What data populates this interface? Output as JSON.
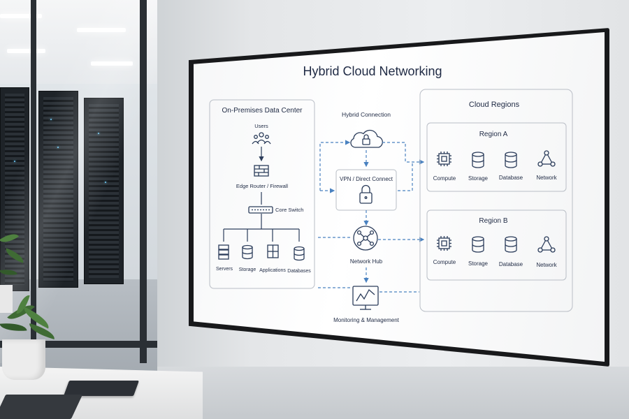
{
  "title": "Hybrid Cloud Networking",
  "on_prem": {
    "heading": "On-Premises Data Center",
    "users": "Users",
    "edge": "Edge Router / Firewall",
    "switch": "Core Switch",
    "resources": [
      "Servers",
      "Storage",
      "Applications",
      "Databases"
    ]
  },
  "hybrid": {
    "heading": "Hybrid Connection",
    "vpn": "VPN / Direct Connect",
    "hub": "Network Hub",
    "monitoring": "Monitoring & Management"
  },
  "cloud": {
    "heading": "Cloud Regions",
    "regions": [
      {
        "name": "Region A",
        "services": [
          "Compute",
          "Storage",
          "Database",
          "Network"
        ]
      },
      {
        "name": "Region B",
        "services": [
          "Compute",
          "Storage",
          "Database",
          "Network"
        ]
      }
    ]
  },
  "icons": {
    "users": "users-icon",
    "firewall": "firewall-icon",
    "switch": "switch-icon",
    "cloud": "cloud-lock-icon",
    "lock": "lock-icon",
    "hub": "network-hub-icon",
    "monitor": "monitor-chart-icon",
    "compute": "chip-icon",
    "storage": "database-icon",
    "network": "network-nodes-icon"
  },
  "colors": {
    "ink": "#1f2a44",
    "dashed_link": "#4a82c0",
    "box_outline": "#b9bec6"
  }
}
